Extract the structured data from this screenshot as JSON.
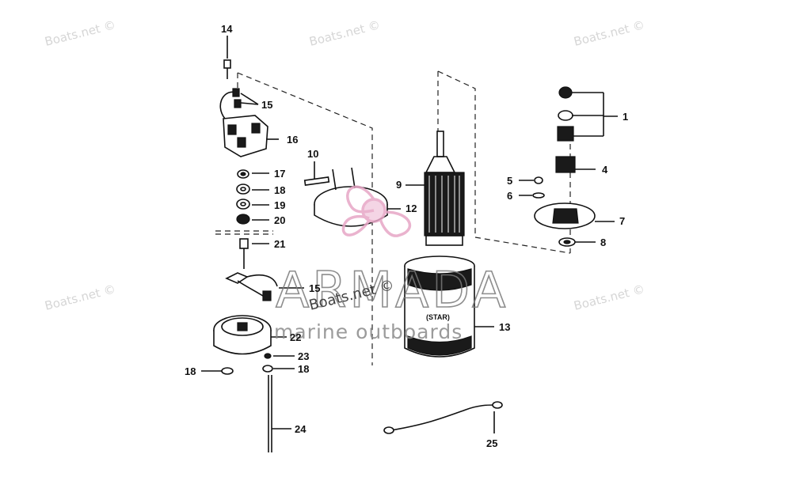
{
  "watermarks": {
    "site": "Boats.net ©",
    "brand": "ARMADA",
    "brand_sub": "marine outboards"
  },
  "callouts": [
    {
      "id": "1",
      "label": "1"
    },
    {
      "id": "4",
      "label": "4"
    },
    {
      "id": "5",
      "label": "5"
    },
    {
      "id": "6",
      "label": "6"
    },
    {
      "id": "7",
      "label": "7"
    },
    {
      "id": "8",
      "label": "8"
    },
    {
      "id": "9",
      "label": "9"
    },
    {
      "id": "10",
      "label": "10"
    },
    {
      "id": "12",
      "label": "12"
    },
    {
      "id": "13",
      "label": "13"
    },
    {
      "id": "14",
      "label": "14"
    },
    {
      "id": "15a",
      "label": "15"
    },
    {
      "id": "15b",
      "label": "15"
    },
    {
      "id": "16",
      "label": "16"
    },
    {
      "id": "17",
      "label": "17"
    },
    {
      "id": "18a",
      "label": "18"
    },
    {
      "id": "18b",
      "label": "18"
    },
    {
      "id": "18c",
      "label": "18"
    },
    {
      "id": "19",
      "label": "19"
    },
    {
      "id": "20",
      "label": "20"
    },
    {
      "id": "21",
      "label": "21"
    },
    {
      "id": "22",
      "label": "22"
    },
    {
      "id": "23",
      "label": "23"
    },
    {
      "id": "24",
      "label": "24"
    },
    {
      "id": "25",
      "label": "25"
    }
  ],
  "housing_marking": "(STAR)",
  "colors": {
    "logo_pink": "#e7a6c6",
    "ink": "#111111",
    "watermark": "#d6d6d6"
  }
}
